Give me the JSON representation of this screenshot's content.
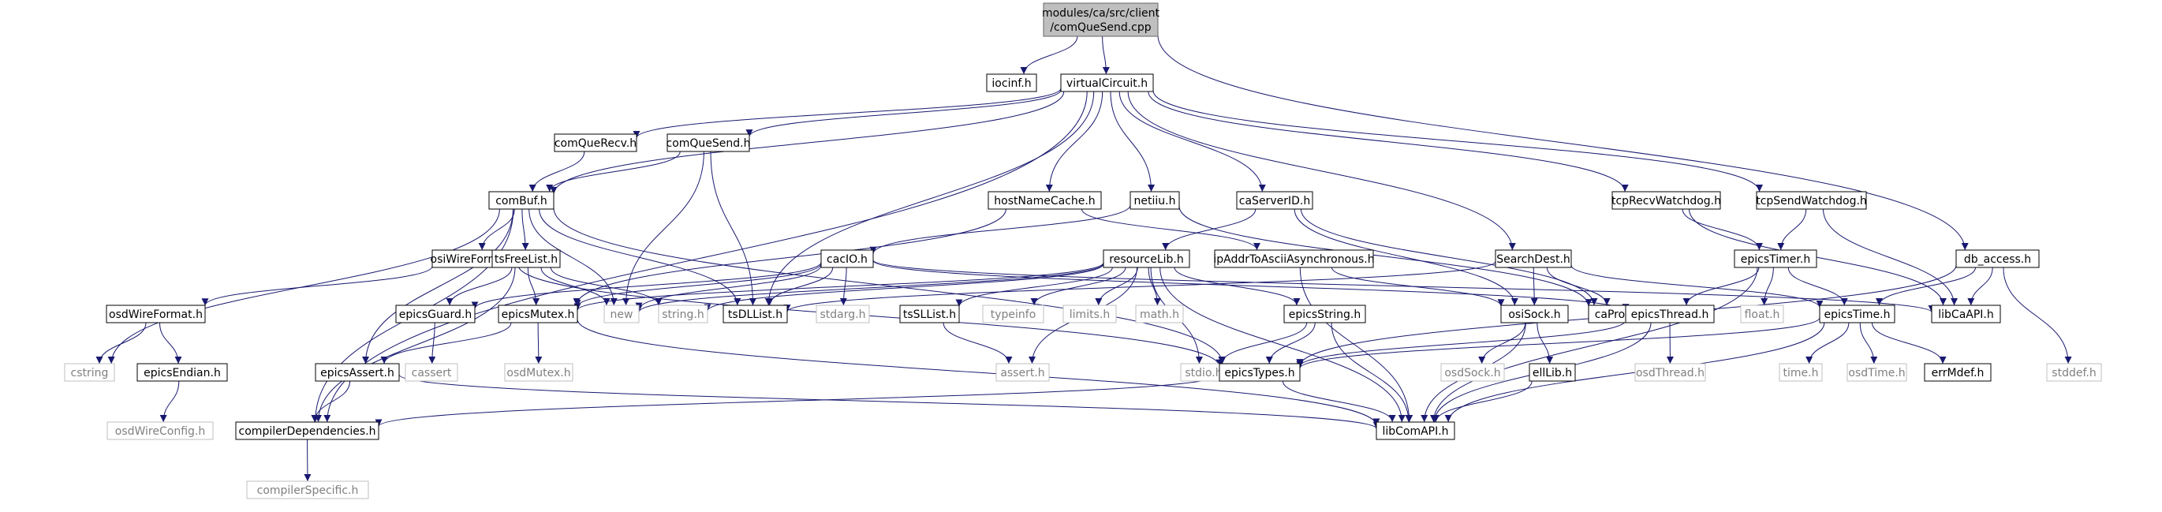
{
  "diagram": {
    "colors": {
      "edge": "#191970",
      "node_border": "#000000",
      "node_fill": "#ffffff",
      "root_fill": "#bfbfbf",
      "root_border": "#666666",
      "system_border": "#bfbfbf",
      "system_text": "#808080",
      "text": "#000000"
    },
    "nodes": [
      {
        "id": "root",
        "label": [
          "modules/ca/src/client",
          "/comQueSend.cpp"
        ],
        "kind": "root"
      },
      {
        "id": "iocinf",
        "label": [
          "iocinf.h"
        ],
        "kind": "local"
      },
      {
        "id": "virtualCircuit",
        "label": [
          "virtualCircuit.h"
        ],
        "kind": "local"
      },
      {
        "id": "db_access",
        "label": [
          "db_access.h"
        ],
        "kind": "local"
      },
      {
        "id": "comQueRecv",
        "label": [
          "comQueRecv.h"
        ],
        "kind": "local"
      },
      {
        "id": "comQueSend",
        "label": [
          "comQueSend.h"
        ],
        "kind": "local"
      },
      {
        "id": "hostNameCache",
        "label": [
          "hostNameCache.h"
        ],
        "kind": "local"
      },
      {
        "id": "netiiu",
        "label": [
          "netiiu.h"
        ],
        "kind": "local"
      },
      {
        "id": "caServerID",
        "label": [
          "caServerID.h"
        ],
        "kind": "local"
      },
      {
        "id": "tcpRecvWatchdog",
        "label": [
          "tcpRecvWatchdog.h"
        ],
        "kind": "local"
      },
      {
        "id": "tcpSendWatchdog",
        "label": [
          "tcpSendWatchdog.h"
        ],
        "kind": "local"
      },
      {
        "id": "comBuf",
        "label": [
          "comBuf.h"
        ],
        "kind": "local"
      },
      {
        "id": "osiWireFormat",
        "label": [
          "osiWireFormat.h"
        ],
        "kind": "local"
      },
      {
        "id": "tsFreeList",
        "label": [
          "tsFreeList.h"
        ],
        "kind": "local"
      },
      {
        "id": "cacIO",
        "label": [
          "cacIO.h"
        ],
        "kind": "local"
      },
      {
        "id": "resourceLib",
        "label": [
          "resourceLib.h"
        ],
        "kind": "local"
      },
      {
        "id": "ipAddrToAscii",
        "label": [
          "ipAddrToAsciiAsynchronous.h"
        ],
        "kind": "local"
      },
      {
        "id": "SearchDest",
        "label": [
          "SearchDest.h"
        ],
        "kind": "local"
      },
      {
        "id": "epicsTimer",
        "label": [
          "epicsTimer.h"
        ],
        "kind": "local"
      },
      {
        "id": "osdWireFormat",
        "label": [
          "osdWireFormat.h"
        ],
        "kind": "local"
      },
      {
        "id": "epicsGuard",
        "label": [
          "epicsGuard.h"
        ],
        "kind": "local"
      },
      {
        "id": "epicsMutex",
        "label": [
          "epicsMutex.h"
        ],
        "kind": "local"
      },
      {
        "id": "new",
        "label": [
          "new"
        ],
        "kind": "system"
      },
      {
        "id": "string",
        "label": [
          "string.h"
        ],
        "kind": "system"
      },
      {
        "id": "tsDLList",
        "label": [
          "tsDLList.h"
        ],
        "kind": "local"
      },
      {
        "id": "stdarg",
        "label": [
          "stdarg.h"
        ],
        "kind": "system"
      },
      {
        "id": "tsSLList",
        "label": [
          "tsSLList.h"
        ],
        "kind": "local"
      },
      {
        "id": "typeinfo",
        "label": [
          "typeinfo"
        ],
        "kind": "system"
      },
      {
        "id": "limits",
        "label": [
          "limits.h"
        ],
        "kind": "system"
      },
      {
        "id": "math",
        "label": [
          "math.h"
        ],
        "kind": "system"
      },
      {
        "id": "epicsString",
        "label": [
          "epicsString.h"
        ],
        "kind": "local"
      },
      {
        "id": "osiSock",
        "label": [
          "osiSock.h"
        ],
        "kind": "local"
      },
      {
        "id": "caProto",
        "label": [
          "caProto.h"
        ],
        "kind": "local"
      },
      {
        "id": "epicsThread",
        "label": [
          "epicsThread.h"
        ],
        "kind": "local"
      },
      {
        "id": "float",
        "label": [
          "float.h"
        ],
        "kind": "system"
      },
      {
        "id": "epicsTime",
        "label": [
          "epicsTime.h"
        ],
        "kind": "local"
      },
      {
        "id": "libCaAPI",
        "label": [
          "libCaAPI.h"
        ],
        "kind": "local"
      },
      {
        "id": "cstring",
        "label": [
          "cstring"
        ],
        "kind": "system"
      },
      {
        "id": "epicsEndian",
        "label": [
          "epicsEndian.h"
        ],
        "kind": "local"
      },
      {
        "id": "cassert",
        "label": [
          "cassert"
        ],
        "kind": "system"
      },
      {
        "id": "epicsAssert",
        "label": [
          "epicsAssert.h"
        ],
        "kind": "local"
      },
      {
        "id": "osdMutex",
        "label": [
          "osdMutex.h"
        ],
        "kind": "system"
      },
      {
        "id": "assert",
        "label": [
          "assert.h"
        ],
        "kind": "system"
      },
      {
        "id": "stdio",
        "label": [
          "stdio.h"
        ],
        "kind": "system"
      },
      {
        "id": "epicsTypes",
        "label": [
          "epicsTypes.h"
        ],
        "kind": "local"
      },
      {
        "id": "osdSock",
        "label": [
          "osdSock.h"
        ],
        "kind": "system"
      },
      {
        "id": "ellLib",
        "label": [
          "ellLib.h"
        ],
        "kind": "local"
      },
      {
        "id": "osdThread",
        "label": [
          "osdThread.h"
        ],
        "kind": "system"
      },
      {
        "id": "time",
        "label": [
          "time.h"
        ],
        "kind": "system"
      },
      {
        "id": "osdTime",
        "label": [
          "osdTime.h"
        ],
        "kind": "system"
      },
      {
        "id": "errMdef",
        "label": [
          "errMdef.h"
        ],
        "kind": "local"
      },
      {
        "id": "stddef",
        "label": [
          "stddef.h"
        ],
        "kind": "system"
      },
      {
        "id": "osdWireConfig",
        "label": [
          "osdWireConfig.h"
        ],
        "kind": "system"
      },
      {
        "id": "compilerDependencies",
        "label": [
          "compilerDependencies.h"
        ],
        "kind": "local"
      },
      {
        "id": "libComAPI",
        "label": [
          "libComAPI.h"
        ],
        "kind": "local"
      },
      {
        "id": "compilerSpecific",
        "label": [
          "compilerSpecific.h"
        ],
        "kind": "system"
      }
    ],
    "edges": [
      [
        "root",
        "iocinf"
      ],
      [
        "root",
        "virtualCircuit"
      ],
      [
        "root",
        "db_access"
      ],
      [
        "virtualCircuit",
        "comQueRecv"
      ],
      [
        "virtualCircuit",
        "comQueSend"
      ],
      [
        "virtualCircuit",
        "comBuf"
      ],
      [
        "virtualCircuit",
        "hostNameCache"
      ],
      [
        "virtualCircuit",
        "netiiu"
      ],
      [
        "virtualCircuit",
        "caServerID"
      ],
      [
        "virtualCircuit",
        "tcpRecvWatchdog"
      ],
      [
        "virtualCircuit",
        "tcpSendWatchdog"
      ],
      [
        "virtualCircuit",
        "SearchDest"
      ],
      [
        "virtualCircuit",
        "tsDLList"
      ],
      [
        "virtualCircuit",
        "compilerDependencies"
      ],
      [
        "comQueRecv",
        "comBuf"
      ],
      [
        "comQueSend",
        "comBuf"
      ],
      [
        "comQueSend",
        "new"
      ],
      [
        "comQueSend",
        "tsDLList"
      ],
      [
        "comBuf",
        "osiWireFormat"
      ],
      [
        "comBuf",
        "tsFreeList"
      ],
      [
        "comBuf",
        "new"
      ],
      [
        "comBuf",
        "cstring"
      ],
      [
        "comBuf",
        "epicsAssert"
      ],
      [
        "comBuf",
        "tsDLList"
      ],
      [
        "comBuf",
        "compilerDependencies"
      ],
      [
        "comBuf",
        "epicsTypes"
      ],
      [
        "osiWireFormat",
        "osdWireFormat"
      ],
      [
        "osiWireFormat",
        "epicsTypes"
      ],
      [
        "osdWireFormat",
        "cstring"
      ],
      [
        "osdWireFormat",
        "epicsEndian"
      ],
      [
        "epicsEndian",
        "osdWireConfig"
      ],
      [
        "tsFreeList",
        "epicsGuard"
      ],
      [
        "tsFreeList",
        "epicsMutex"
      ],
      [
        "tsFreeList",
        "new"
      ],
      [
        "tsFreeList",
        "string"
      ],
      [
        "tsFreeList",
        "compilerDependencies"
      ],
      [
        "hostNameCache",
        "epicsMutex"
      ],
      [
        "hostNameCache",
        "ipAddrToAscii"
      ],
      [
        "netiiu",
        "cacIO"
      ],
      [
        "netiiu",
        "caProto"
      ],
      [
        "cacIO",
        "epicsGuard"
      ],
      [
        "cacIO",
        "epicsMutex"
      ],
      [
        "cacIO",
        "new"
      ],
      [
        "cacIO",
        "tsDLList"
      ],
      [
        "cacIO",
        "stdarg"
      ],
      [
        "cacIO",
        "epicsThread"
      ],
      [
        "cacIO",
        "libCaAPI"
      ],
      [
        "caServerID",
        "resourceLib"
      ],
      [
        "caServerID",
        "osiSock"
      ],
      [
        "caServerID",
        "caProto"
      ],
      [
        "resourceLib",
        "new"
      ],
      [
        "resourceLib",
        "string"
      ],
      [
        "resourceLib",
        "tsSLList"
      ],
      [
        "resourceLib",
        "typeinfo"
      ],
      [
        "resourceLib",
        "limits"
      ],
      [
        "resourceLib",
        "math"
      ],
      [
        "resourceLib",
        "epicsString"
      ],
      [
        "resourceLib",
        "assert"
      ],
      [
        "resourceLib",
        "stdio"
      ],
      [
        "resourceLib",
        "libComAPI"
      ],
      [
        "resourceLib",
        "epicsMutex"
      ],
      [
        "ipAddrToAscii",
        "osiSock"
      ],
      [
        "ipAddrToAscii",
        "libComAPI"
      ],
      [
        "SearchDest",
        "osiSock"
      ],
      [
        "SearchDest",
        "caProto"
      ],
      [
        "SearchDest",
        "epicsTime"
      ],
      [
        "SearchDest",
        "tsDLList"
      ],
      [
        "tcpRecvWatchdog",
        "epicsTimer"
      ],
      [
        "tcpRecvWatchdog",
        "libCaAPI"
      ],
      [
        "tcpSendWatchdog",
        "epicsTimer"
      ],
      [
        "tcpSendWatchdog",
        "libCaAPI"
      ],
      [
        "db_access",
        "libCaAPI"
      ],
      [
        "db_access",
        "epicsTime"
      ],
      [
        "db_access",
        "epicsTypes"
      ],
      [
        "db_access",
        "stddef"
      ],
      [
        "epicsTimer",
        "epicsThread"
      ],
      [
        "epicsTimer",
        "float"
      ],
      [
        "epicsTimer",
        "epicsTime"
      ],
      [
        "epicsTimer",
        "libComAPI"
      ],
      [
        "epicsGuard",
        "cassert"
      ],
      [
        "epicsMutex",
        "epicsAssert"
      ],
      [
        "epicsMutex",
        "osdMutex"
      ],
      [
        "epicsMutex",
        "libComAPI"
      ],
      [
        "epicsAssert",
        "compilerDependencies"
      ],
      [
        "epicsAssert",
        "libComAPI"
      ],
      [
        "tsSLList",
        "assert"
      ],
      [
        "epicsString",
        "stdio"
      ],
      [
        "epicsString",
        "epicsTypes"
      ],
      [
        "epicsString",
        "libComAPI"
      ],
      [
        "osiSock",
        "osdSock"
      ],
      [
        "osiSock",
        "ellLib"
      ],
      [
        "osiSock",
        "libComAPI"
      ],
      [
        "ellLib",
        "libComAPI"
      ],
      [
        "epicsThread",
        "osdThread"
      ],
      [
        "epicsThread",
        "libComAPI"
      ],
      [
        "epicsThread",
        "epicsTypes"
      ],
      [
        "epicsTime",
        "time"
      ],
      [
        "epicsTime",
        "osdTime"
      ],
      [
        "epicsTime",
        "errMdef"
      ],
      [
        "epicsTime",
        "libComAPI"
      ],
      [
        "epicsTime",
        "epicsTypes"
      ],
      [
        "epicsTypes",
        "compilerDependencies"
      ],
      [
        "epicsTypes",
        "libComAPI"
      ],
      [
        "compilerDependencies",
        "compilerSpecific"
      ]
    ]
  }
}
